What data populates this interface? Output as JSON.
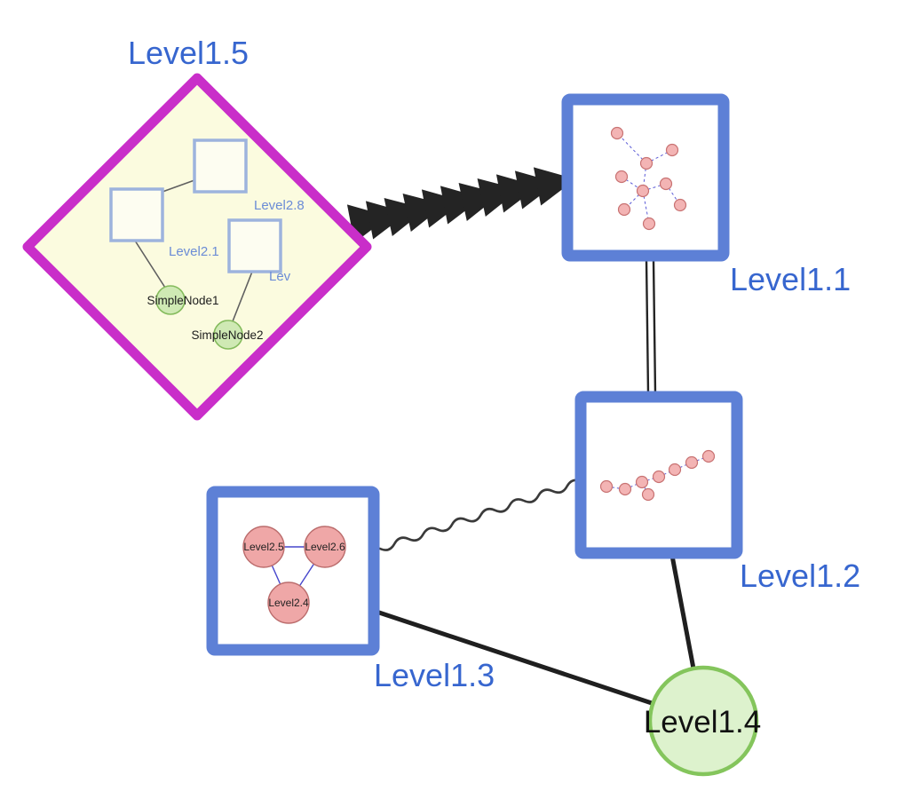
{
  "diagram": {
    "type": "nested-graph",
    "palette": {
      "label_blue": "#3766cf",
      "inner_label_blue": "#6b8cd6",
      "diamond_border": "#c92ec9",
      "diamond_fill": "#fbfbdf",
      "group_border": "#5d80d6",
      "group_fill": "#ffffff",
      "inner_square_border": "#9db3dd",
      "inner_square_fill": "#fdfdf1",
      "simple_node_fill": "#cfe9b4",
      "simple_node_border": "#84bb5c",
      "big_green_fill": "#ddf2cd",
      "big_green_border": "#84c55c",
      "mini_node_fill": "#f3b4b4",
      "mini_node_border": "#c87272",
      "mini_edge_blue": "#5b5bd6",
      "pink_circle_fill": "#efa7a7",
      "pink_circle_border": "#bb6c6c",
      "triangle_edge_blue": "#4646cc",
      "edge_dark": "#1f1f1f",
      "text_black": "#111111"
    },
    "nodes": {
      "level1_5": {
        "label": "Level1.5",
        "shape": "diamond-group"
      },
      "level1_1": {
        "label": "Level1.1",
        "shape": "square-group"
      },
      "level1_2": {
        "label": "Level1.2",
        "shape": "square-group"
      },
      "level1_3": {
        "label": "Level1.3",
        "shape": "square-group"
      },
      "level1_4": {
        "label": "Level1.4",
        "shape": "circle"
      },
      "level2_8": {
        "label": "Level2.8",
        "shape": "square",
        "parent": "Level1.5"
      },
      "level2_1": {
        "label": "Level2.1",
        "shape": "square",
        "parent": "Level1.5"
      },
      "level2_x": {
        "label": "Lev",
        "shape": "square",
        "parent": "Level1.5"
      },
      "simple1": {
        "label": "SimpleNode1",
        "shape": "circle",
        "parent": "Level1.5"
      },
      "simple2": {
        "label": "SimpleNode2",
        "shape": "circle",
        "parent": "Level1.5"
      },
      "level2_5": {
        "label": "Level2.5",
        "shape": "circle",
        "parent": "Level1.3"
      },
      "level2_6": {
        "label": "Level2.6",
        "shape": "circle",
        "parent": "Level1.3"
      },
      "level2_4": {
        "label": "Level2.4",
        "shape": "circle",
        "parent": "Level1.3"
      }
    },
    "top_level_edges": [
      {
        "from": "Level1.5",
        "to": "Level1.1",
        "style": "dashed-arrowhead-chain"
      },
      {
        "from": "Level1.1",
        "to": "Level1.2",
        "style": "double-line"
      },
      {
        "from": "Level1.3",
        "to": "Level1.2",
        "style": "wavy"
      },
      {
        "from": "Level1.3",
        "to": "Level1.4",
        "style": "solid"
      },
      {
        "from": "Level1.2",
        "to": "Level1.4",
        "style": "solid"
      }
    ],
    "inner_edges": [
      {
        "from": "Level2.8",
        "to": "Level2.1"
      },
      {
        "from": "Level2.1",
        "to": "SimpleNode1"
      },
      {
        "from": "Lev",
        "to": "SimpleNode2"
      },
      {
        "from": "Level2.5",
        "to": "Level2.6"
      },
      {
        "from": "Level2.5",
        "to": "Level2.4"
      },
      {
        "from": "Level2.6",
        "to": "Level2.4"
      }
    ],
    "subgraphs": {
      "level1_1_mini_nodes": 9,
      "level1_2_mini_nodes": 8,
      "mini_edge_style": "dashed-blue"
    }
  }
}
